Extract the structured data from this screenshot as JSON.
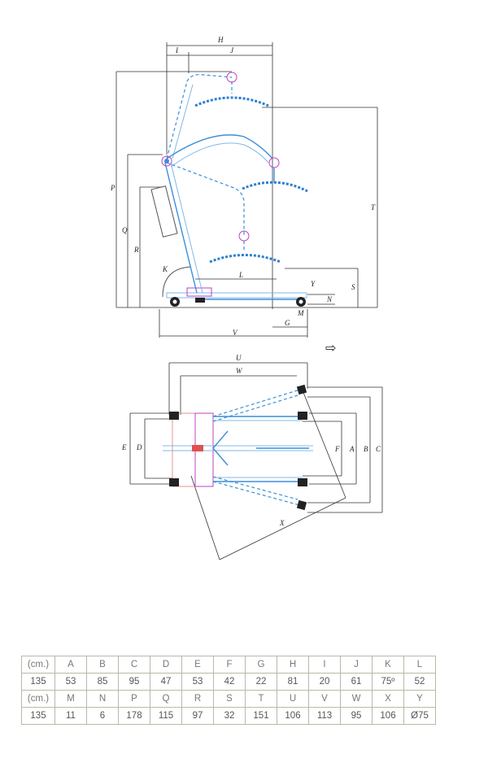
{
  "labels": {
    "H": "H",
    "I": "I",
    "J": "J",
    "P": "P",
    "Q": "Q",
    "R": "R",
    "K": "K",
    "L": "L",
    "T": "T",
    "S": "S",
    "Y": "Y",
    "N": "N",
    "M": "M",
    "G": "G",
    "V": "V",
    "U": "U",
    "W": "W",
    "E": "E",
    "D": "D",
    "F": "F",
    "A": "A",
    "B": "B",
    "C": "C",
    "X": "X"
  },
  "arrow_glyph": "⇨",
  "table": {
    "rows": [
      [
        "(cm.)",
        "A",
        "B",
        "C",
        "D",
        "E",
        "F",
        "G",
        "H",
        "I",
        "J",
        "K",
        "L"
      ],
      [
        "135",
        "53",
        "85",
        "95",
        "47",
        "53",
        "42",
        "22",
        "81",
        "20",
        "61",
        "75º",
        "52"
      ],
      [
        "(cm.)",
        "M",
        "N",
        "P",
        "Q",
        "R",
        "S",
        "T",
        "U",
        "V",
        "W",
        "X",
        "Y"
      ],
      [
        "135",
        "11",
        "6",
        "178",
        "115",
        "97",
        "32",
        "151",
        "106",
        "113",
        "95",
        "106",
        "Ø75"
      ]
    ]
  }
}
